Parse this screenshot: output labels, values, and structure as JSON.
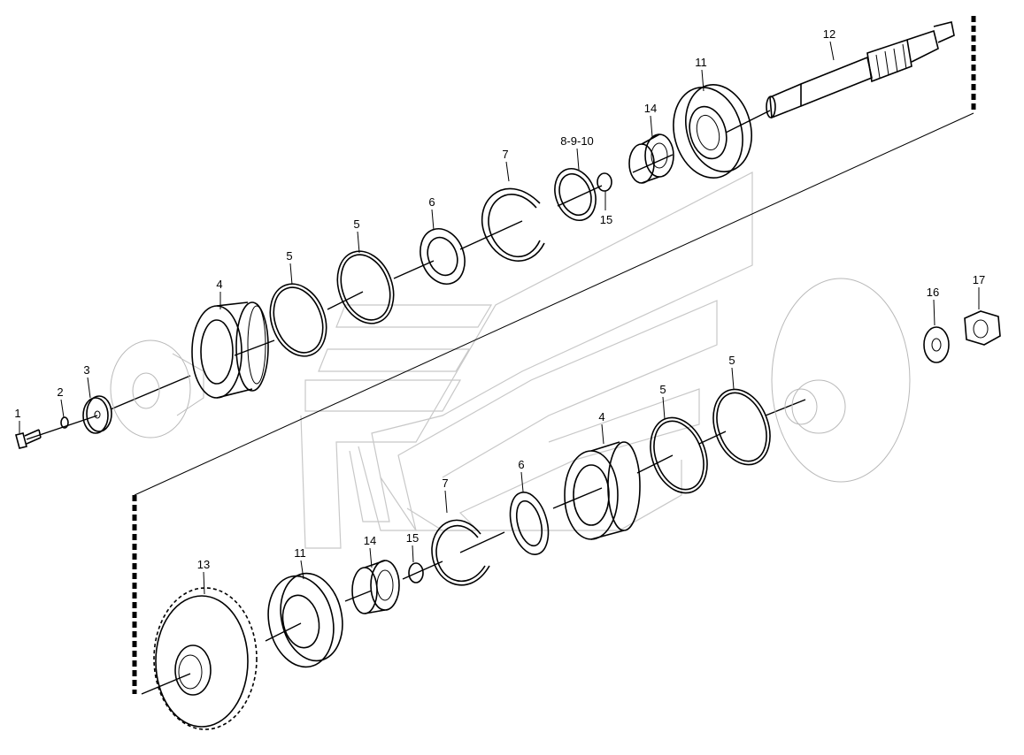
{
  "labels": {
    "p1": "1",
    "p2": "2",
    "p3": "3",
    "p4a": "4",
    "p5a": "5",
    "p5b": "5",
    "p6a": "6",
    "p7a": "7",
    "p8": "8-9-10",
    "p15a": "15",
    "p14a": "14",
    "p11a": "11",
    "p12": "12",
    "p16": "16",
    "p17": "17",
    "p5c": "5",
    "p5d": "5",
    "p4b": "4",
    "p6b": "6",
    "p7b": "7",
    "p15b": "15",
    "p14b": "14",
    "p11b": "11",
    "p13": "13"
  }
}
